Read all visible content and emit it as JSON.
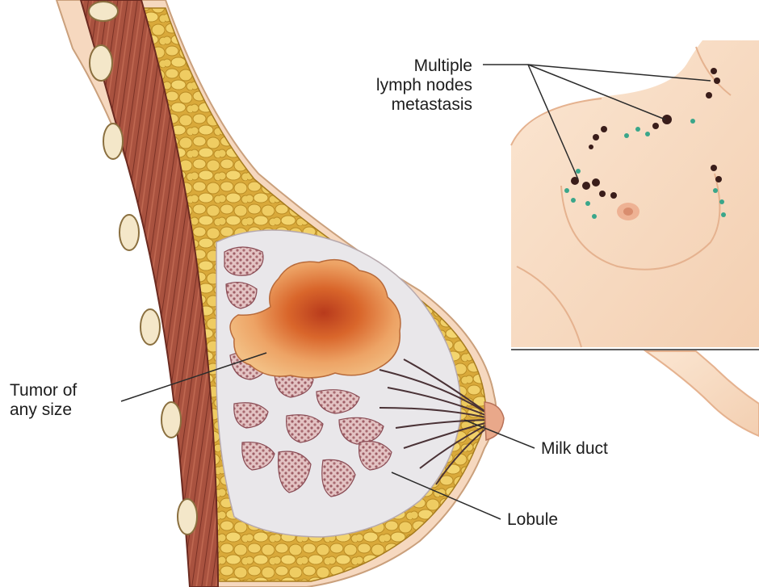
{
  "labels": {
    "lymph_nodes": [
      "Multiple",
      "lymph nodes",
      "metastasis"
    ],
    "tumor": [
      "Tumor of",
      "any size"
    ],
    "milk_duct": "Milk duct",
    "lobule": "Lobule"
  },
  "colors": {
    "skin": "#f6d8bf",
    "fat": "#e8c24f",
    "muscle": "#9c4a3c",
    "tumor": "#e89a56",
    "lobule": "#c98a8f",
    "node_dark": "#3a1d1a",
    "node_green": "#3aa68a"
  }
}
